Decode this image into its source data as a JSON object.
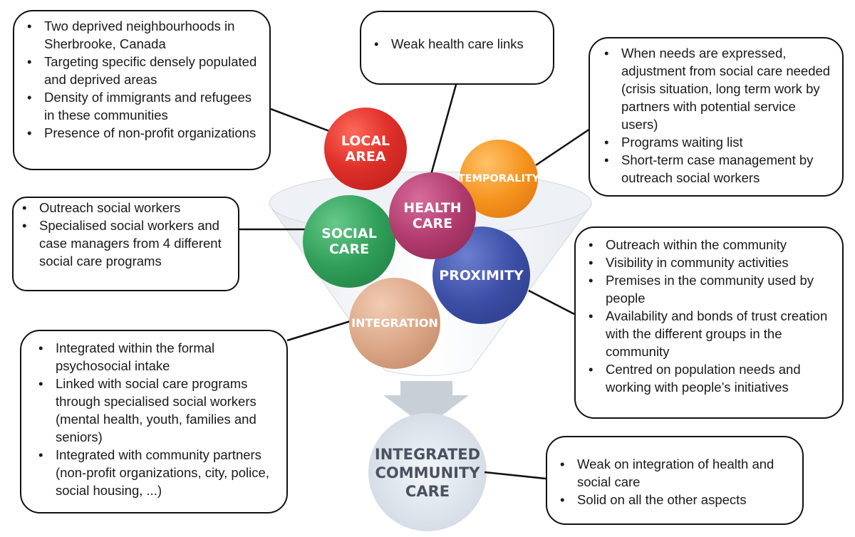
{
  "spheres": {
    "local_area": "LOCAL\nAREA",
    "health_care": "HEALTH\nCARE",
    "temporality": "TEMPORALITY",
    "social_care": "SOCIAL\nCARE",
    "proximity": "PROXIMITY",
    "integration": "INTEGRATION"
  },
  "outcome": "INTEGRATED\nCOMMUNITY\nCARE",
  "boxes": {
    "local_area": [
      "Two deprived neighbourhoods in Sherbrooke, Canada",
      "Targeting specific densely populated and deprived areas",
      "Density of immigrants and refugees in these communities",
      "Presence of non-profit organizations"
    ],
    "health_care": [
      "Weak health care links"
    ],
    "temporality": [
      "When needs are expressed, adjustment from social care needed (crisis situation, long term work by partners with potential service users)",
      "Programs waiting list",
      "Short-term case management by outreach social workers"
    ],
    "social_care": [
      "Outreach social workers",
      "Specialised social workers and case managers from 4 different social care programs"
    ],
    "proximity": [
      "Outreach within the community",
      "Visibility in community activities",
      "Premises in the community used by people",
      "Availability and bonds of trust creation with the different groups  in the community",
      "Centred on population needs and working with people’s initiatives"
    ],
    "integration": [
      "Integrated within the formal psychosocial intake",
      "Linked with social care programs through specialised social workers (mental health, youth,  families and seniors)",
      "Integrated with community partners (non-profit organizations, city, police, social housing, ...)"
    ],
    "outcome": [
      "Weak on integration of health and social care",
      "Solid on all the other aspects"
    ]
  },
  "colors": {
    "local_area": "#e0302a",
    "health_care": "#b13b6e",
    "temporality": "#f5931f",
    "social_care": "#2f9e58",
    "proximity": "#3c4fa6",
    "integration": "#d9a383",
    "funnel": "#dfe4ea",
    "arrow": "#c8ced6",
    "outcome_circle": "#e3e8f0"
  }
}
